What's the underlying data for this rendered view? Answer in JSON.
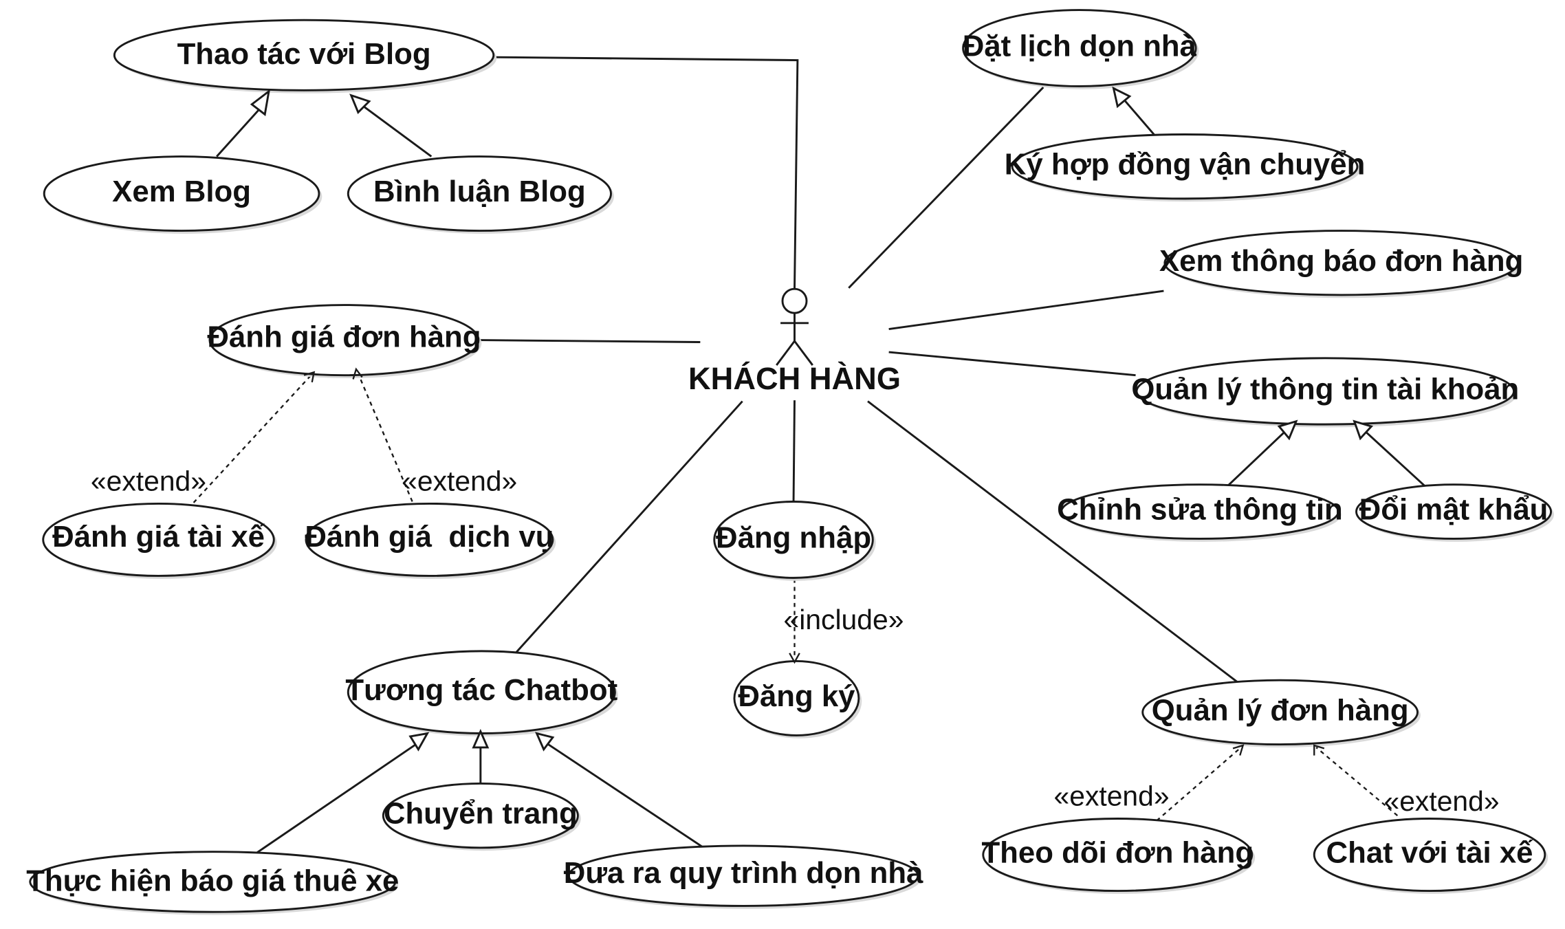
{
  "actor": {
    "name": "KHÁCH HÀNG"
  },
  "use_cases": {
    "blog": "Thao tác với Blog",
    "view_blog": "Xem Blog",
    "comment_blog": "Bình luận Blog",
    "book_moving": "Đặt lịch dọn nhà",
    "sign_contract": "Ký hợp đồng vận chuyển",
    "order_notifications": "Xem thông báo đơn hàng",
    "manage_account": "Quản lý thông tin tài khoản",
    "edit_info": "Chỉnh sửa thông tin",
    "change_password": "Đổi mật khẩu",
    "rate_order": "Đánh giá đơn hàng",
    "rate_driver": "Đánh giá tài xế",
    "rate_service": "Đánh giá  dịch vụ",
    "login": "Đăng nhập",
    "register": "Đăng ký",
    "chatbot": "Tương tác Chatbot",
    "quote": "Thực hiện báo giá thuê xe",
    "navigate": "Chuyển trang",
    "moving_process": "Đưa ra quy trình dọn nhà",
    "manage_orders": "Quản lý đơn hàng",
    "track_order": "Theo dõi đơn hàng",
    "chat_driver": "Chat với tài xế"
  },
  "stereotypes": {
    "extend": "«extend»",
    "include": "«include»"
  }
}
